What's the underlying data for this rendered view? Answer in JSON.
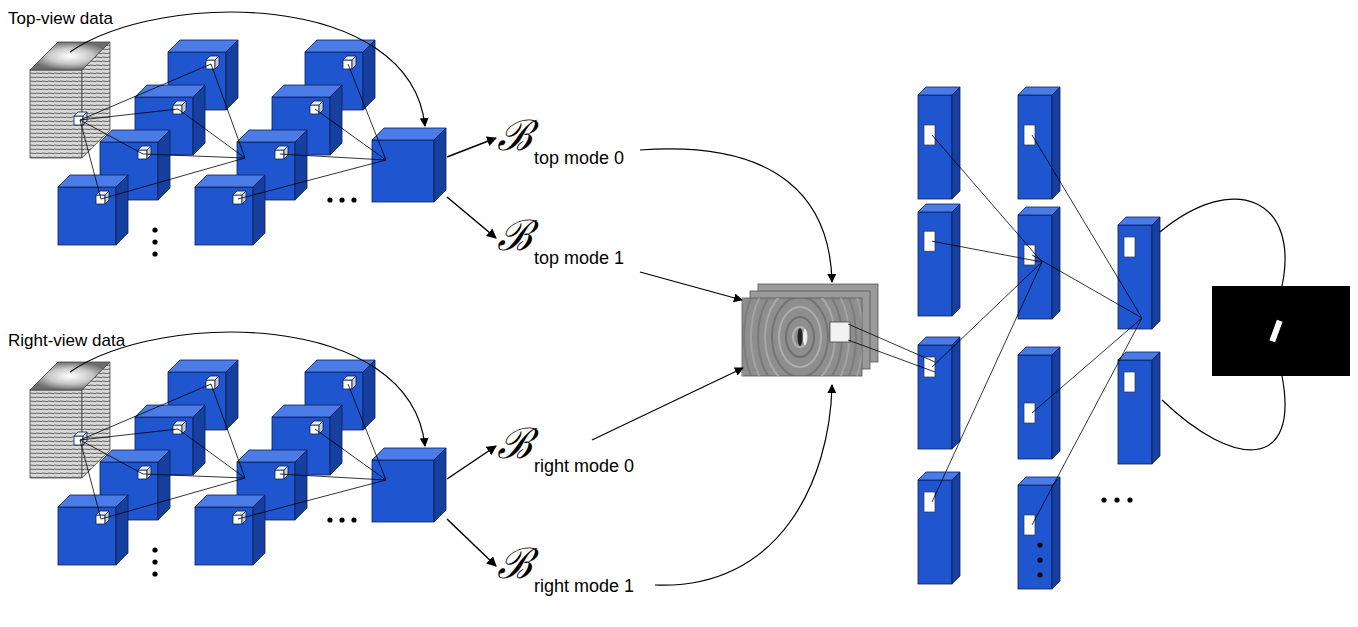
{
  "diagram": {
    "nodes": [
      {
        "text": [
          "Top-view data"
        ]
      },
      {
        "text": [
          "Right-view data"
        ]
      },
      {
        "text": [
          "ℬ",
          "top mode 0"
        ]
      },
      {
        "text": [
          "ℬ",
          "top mode 1"
        ]
      },
      {
        "text": [
          "ℬ",
          "right mode 0"
        ]
      },
      {
        "text": [
          "ℬ",
          "right mode 1"
        ]
      }
    ],
    "edges": [
      {
        "from": 0,
        "to": 2,
        "arrow": "to"
      },
      {
        "from": 0,
        "to": 3,
        "arrow": "to"
      },
      {
        "from": 1,
        "to": 4,
        "arrow": "to"
      },
      {
        "from": 1,
        "to": 5,
        "arrow": "to"
      }
    ]
  }
}
